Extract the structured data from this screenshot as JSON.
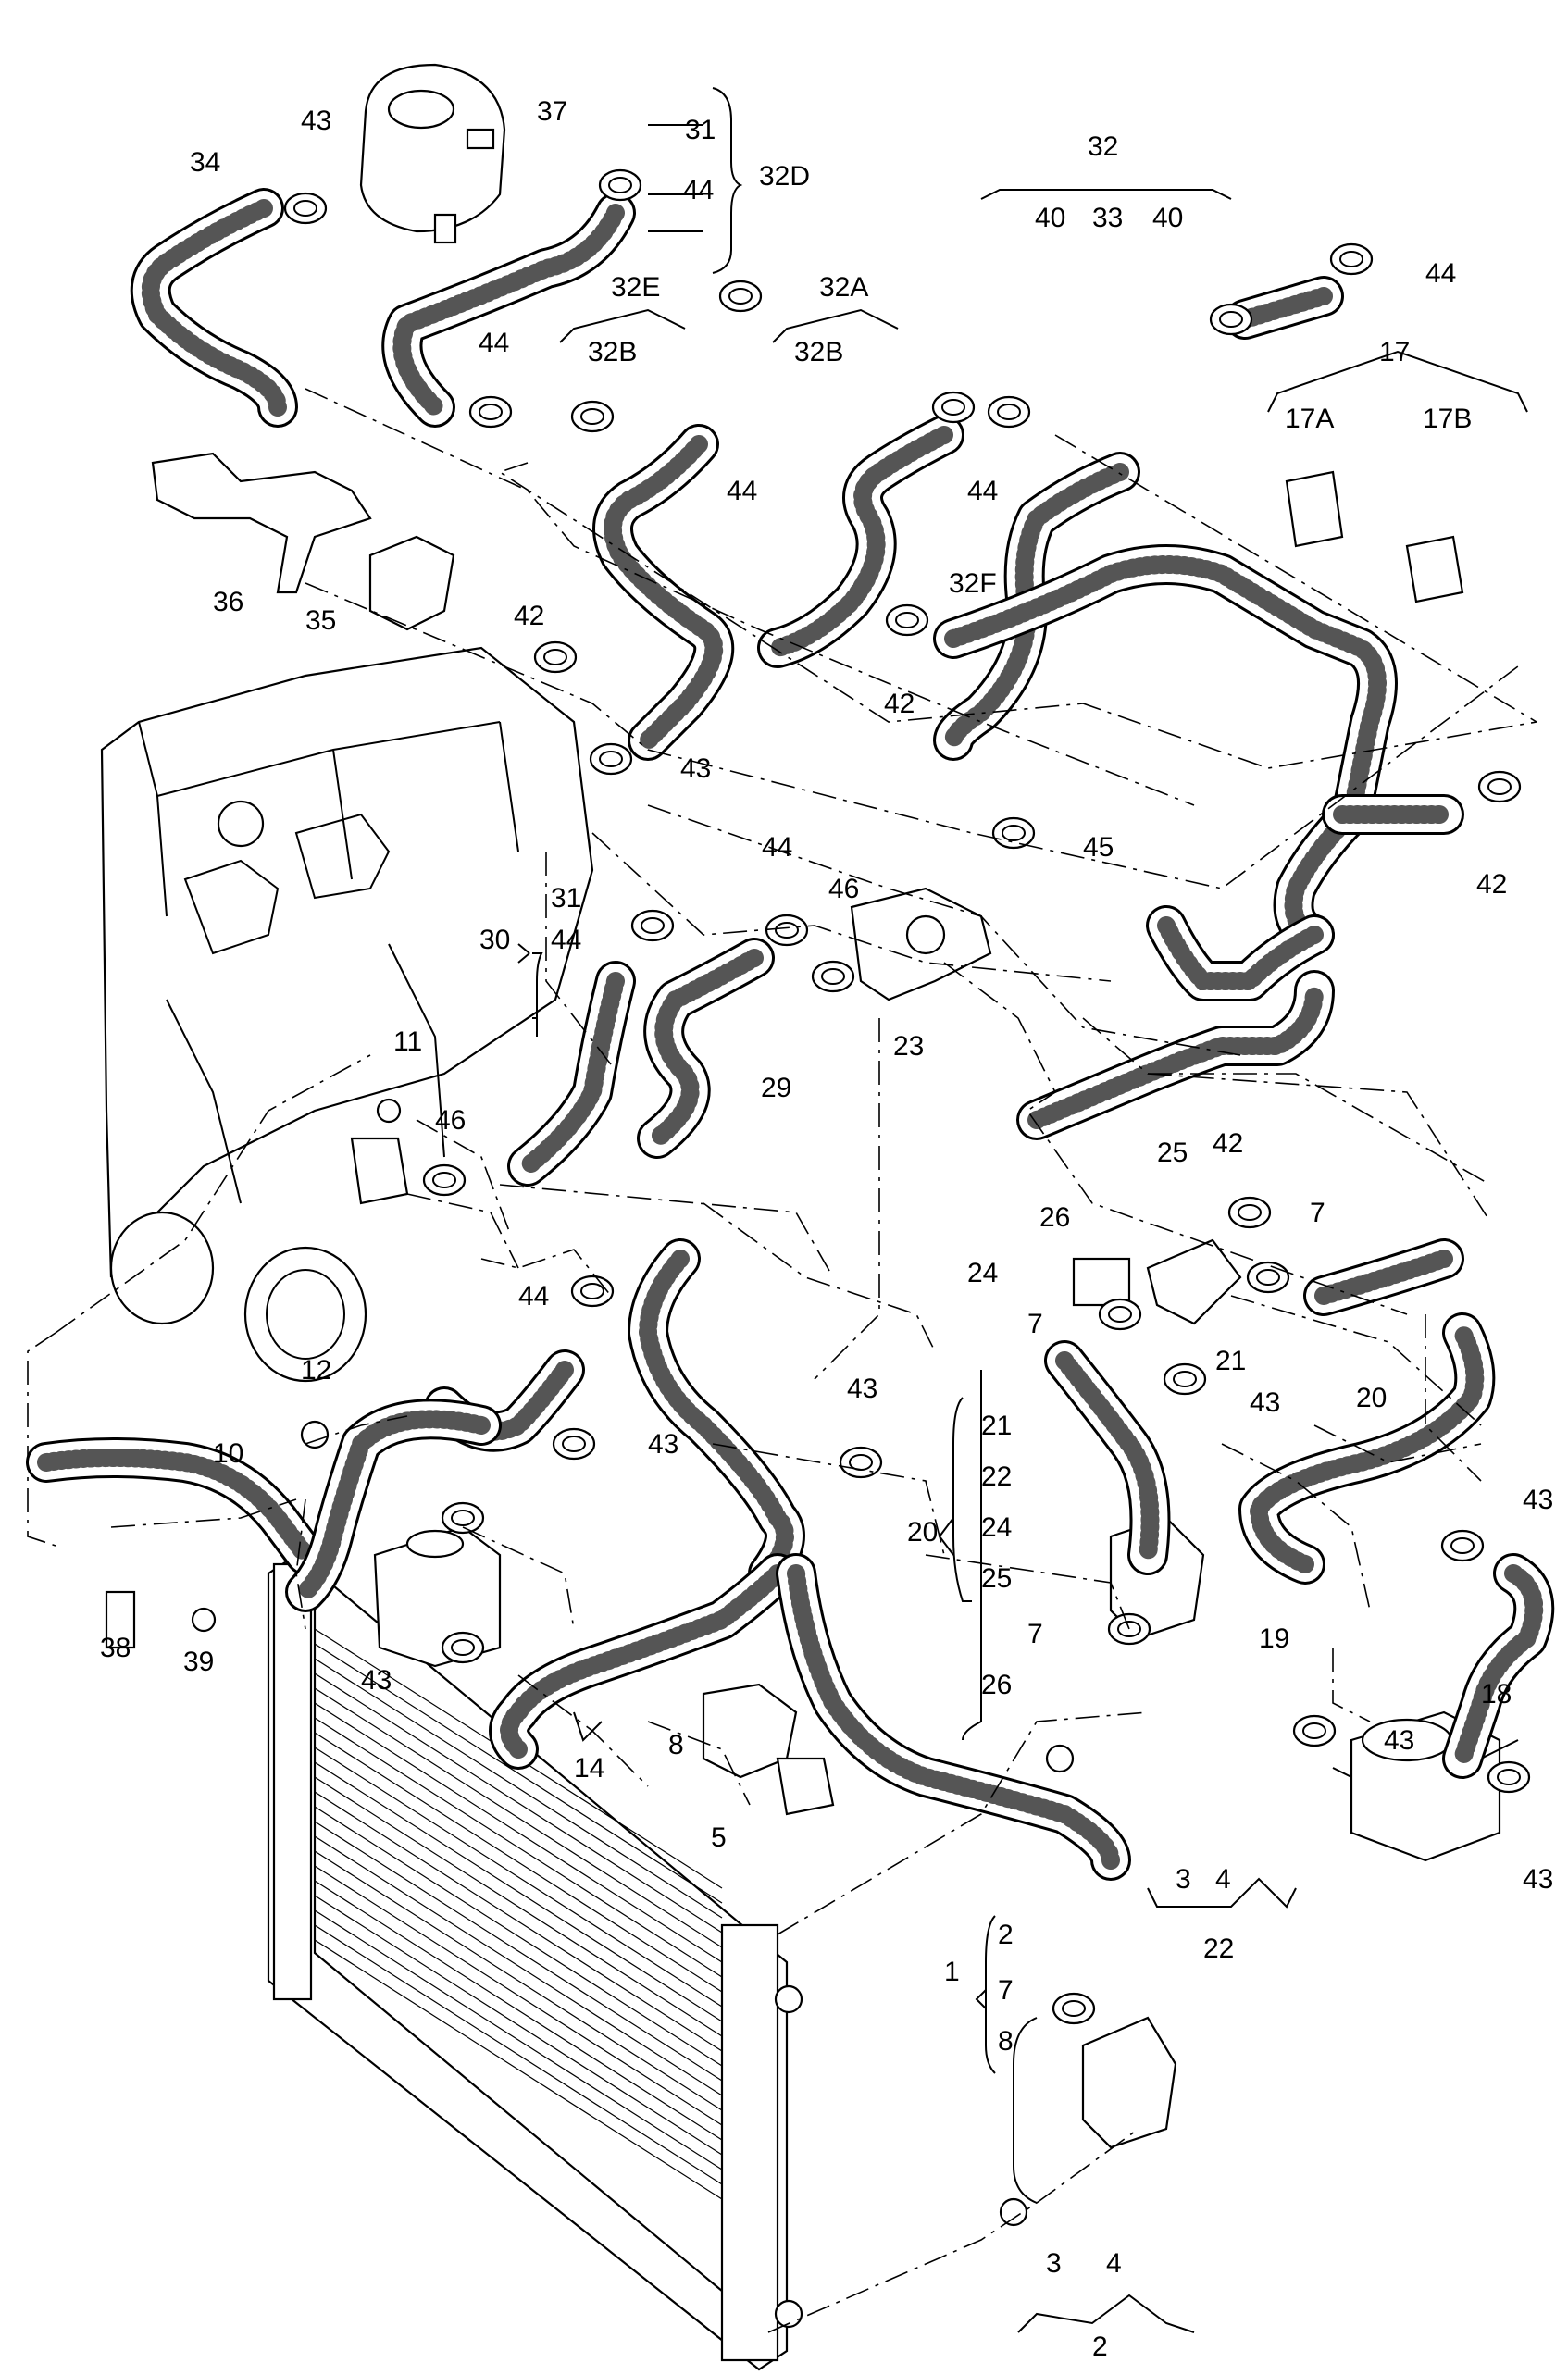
{
  "callouts": {
    "c34": "34",
    "c43a": "43",
    "c37": "37",
    "c31a": "31",
    "c44a": "44",
    "c32D": "32D",
    "c32": "32",
    "c40a": "40",
    "c33": "33",
    "c40b": "40",
    "c44b": "44",
    "c32E": "32E",
    "c32B_a": "32B",
    "c32A": "32A",
    "c32B_b": "32B",
    "c44c": "44",
    "c44d": "44",
    "c44e": "44",
    "c17": "17",
    "c17A": "17A",
    "c17B": "17B",
    "c36": "36",
    "c35": "35",
    "c42a": "42",
    "c32F": "32F",
    "c42b": "42",
    "c43b": "43",
    "c45": "45",
    "c42c": "42",
    "c31b": "31",
    "c44f": "44",
    "c30": "30",
    "c44g": "44",
    "c46a": "46",
    "c23": "23",
    "c29": "29",
    "c11": "11",
    "c46b": "46",
    "c25": "25",
    "c42d": "42",
    "c26": "26",
    "c7a": "7",
    "c24": "24",
    "c44h": "44",
    "c7b": "7",
    "c21a": "21",
    "c43c": "43",
    "c20a": "20",
    "c12": "12",
    "c21b": "21",
    "c43d": "43",
    "c22a": "22",
    "c10": "10",
    "c43e": "43",
    "c20b": "20",
    "c24b": "24",
    "c43f": "43",
    "c25b": "25",
    "c19": "19",
    "c38": "38",
    "c39": "39",
    "c43g": "43",
    "c7c": "7",
    "c18": "18",
    "c26b": "26",
    "c14": "14",
    "c43h": "43",
    "c8a": "8",
    "c3a": "3",
    "c4a": "4",
    "c43i": "43",
    "c5": "5",
    "c22b": "22",
    "c2a": "2",
    "c1": "1",
    "c7d": "7",
    "c8b": "8",
    "c3b": "3",
    "c4b": "4",
    "c2b": "2"
  }
}
